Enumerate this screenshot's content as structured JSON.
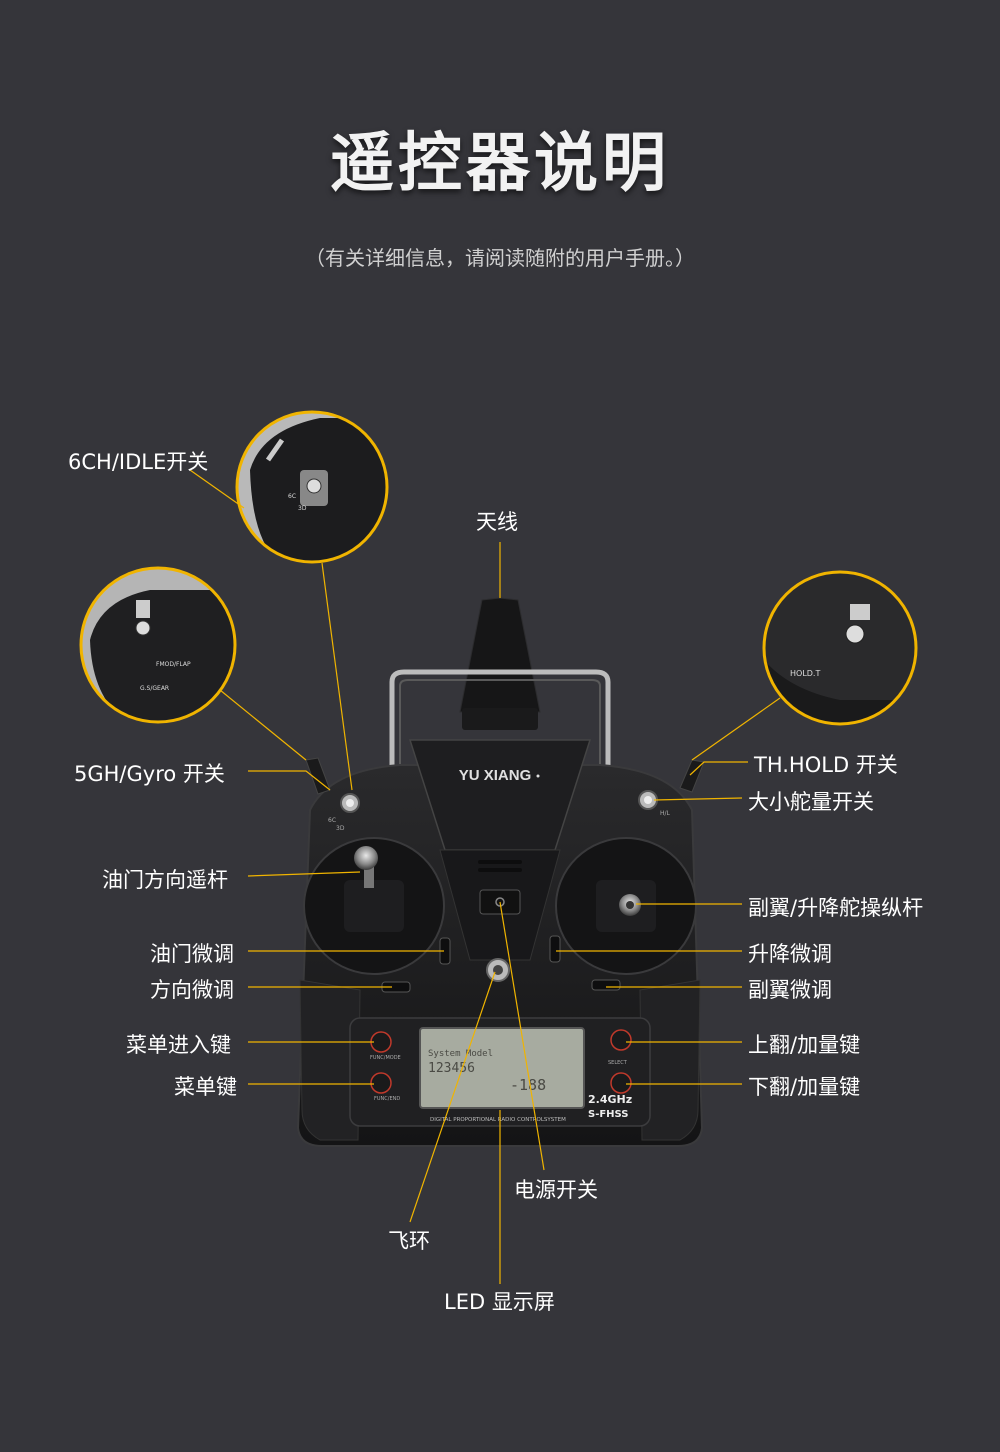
{
  "header": {
    "title": "遥控器说明",
    "subtitle": "（有关详细信息，请阅读随附的用户手册。）"
  },
  "device": {
    "brand": "YU XIANG",
    "lcd_line1": "System Model",
    "lcd_line2": "123456",
    "lcd_line3": "-188",
    "band": "2.4GHz",
    "fhss": "S-FHSS",
    "strip_text": "DIGITAL PROPORTIONAL RADIO CONTROLSYSTEM",
    "btn_left_top": "FUNC/MODE",
    "btn_left_bottom": "FUNC/END",
    "btn_right": "SELECT",
    "switch_marks": [
      "6C",
      "3D"
    ],
    "hl_mark": "H/L"
  },
  "insets": {
    "idle": {
      "mark_a": "6C",
      "mark_b": "3D"
    },
    "gyro": {
      "mark_a": "FMOD/FLAP",
      "mark_b": "G.S/GEAR"
    },
    "hold": {
      "mark": "HOLD.T"
    }
  },
  "labels": {
    "idle_switch": "6CH/IDLE开关",
    "antenna": "天线",
    "gyro_switch": "5GH/Gyro 开关",
    "hold_switch": "TH.HOLD 开关",
    "rate_switch": "大小舵量开关",
    "throttle_stick": "油门方向遥杆",
    "elevator_stick": "副翼/升降舵操纵杆",
    "throttle_trim": "油门微调",
    "elevator_trim": "升降微调",
    "rudder_trim": "方向微调",
    "aileron_trim": "副翼微调",
    "menu_enter": "菜单进入键",
    "up_key": "上翻/加量键",
    "menu_key": "菜单键",
    "down_key": "下翻/加量键",
    "power_switch": "电源开关",
    "flight_ring": "飞环",
    "led_screen": "LED 显示屏"
  },
  "colors": {
    "background": "#35353a",
    "accent": "#f0b400",
    "body": "#1c1c1e"
  }
}
